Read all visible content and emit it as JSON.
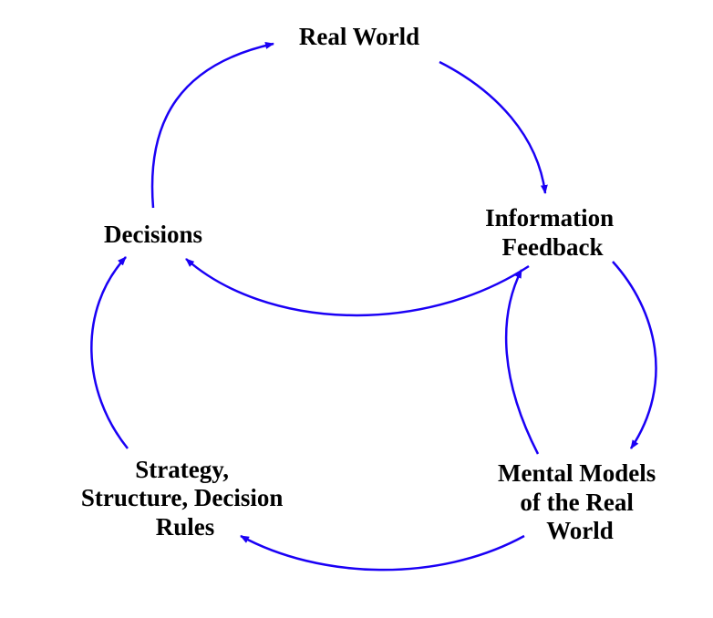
{
  "diagram": {
    "arrow_color": "#1a00f5",
    "text_color": "#000000",
    "nodes": {
      "real_world": {
        "lines": [
          "Real World"
        ]
      },
      "information_feedback": {
        "lines": [
          "Information",
          "Feedback"
        ]
      },
      "decisions": {
        "lines": [
          "Decisions"
        ]
      },
      "mental_models": {
        "lines": [
          "Mental Models",
          "of the Real",
          "World"
        ]
      },
      "strategy": {
        "lines": [
          "Strategy,",
          "Structure, Decision",
          "Rules"
        ]
      }
    }
  }
}
